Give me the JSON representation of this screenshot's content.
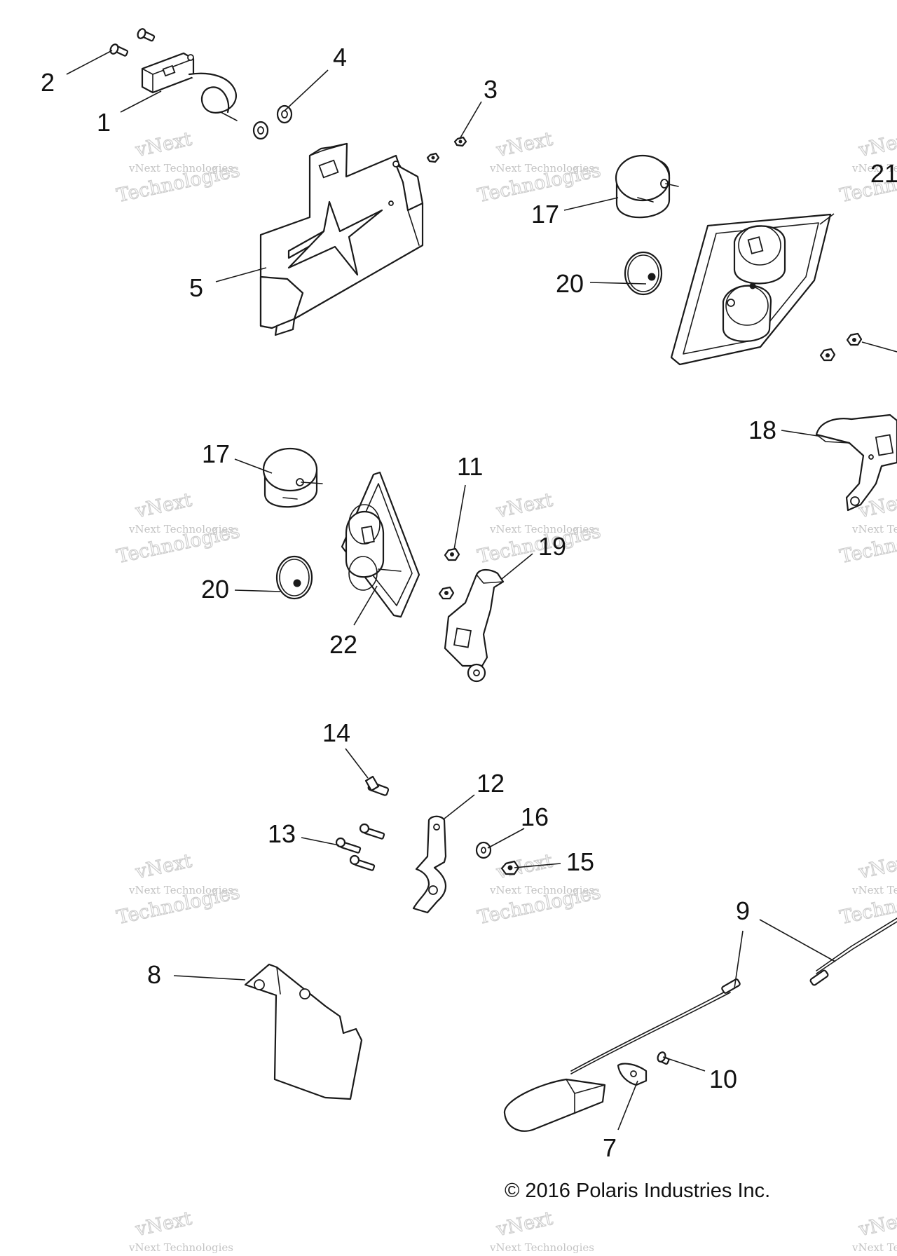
{
  "callouts": [
    {
      "id": "1",
      "text": "1"
    },
    {
      "id": "2",
      "text": "2"
    },
    {
      "id": "3",
      "text": "3"
    },
    {
      "id": "4",
      "text": "4"
    },
    {
      "id": "5",
      "text": "5"
    },
    {
      "id": "7",
      "text": "7"
    },
    {
      "id": "8",
      "text": "8"
    },
    {
      "id": "9",
      "text": "9"
    },
    {
      "id": "10",
      "text": "10"
    },
    {
      "id": "11",
      "text": "11"
    },
    {
      "id": "12",
      "text": "12"
    },
    {
      "id": "13",
      "text": "13"
    },
    {
      "id": "14",
      "text": "14"
    },
    {
      "id": "15",
      "text": "15"
    },
    {
      "id": "16",
      "text": "16"
    },
    {
      "id": "17a",
      "text": "17"
    },
    {
      "id": "17b",
      "text": "17"
    },
    {
      "id": "18",
      "text": "18"
    },
    {
      "id": "19",
      "text": "19"
    },
    {
      "id": "20a",
      "text": "20"
    },
    {
      "id": "20b",
      "text": "20"
    },
    {
      "id": "21",
      "text": "21"
    },
    {
      "id": "22",
      "text": "22"
    }
  ],
  "watermark": {
    "line1": "vNext",
    "line2": "vNext Technologies",
    "line3": "Technologies"
  },
  "copyright": "© 2016 Polaris Industries Inc."
}
